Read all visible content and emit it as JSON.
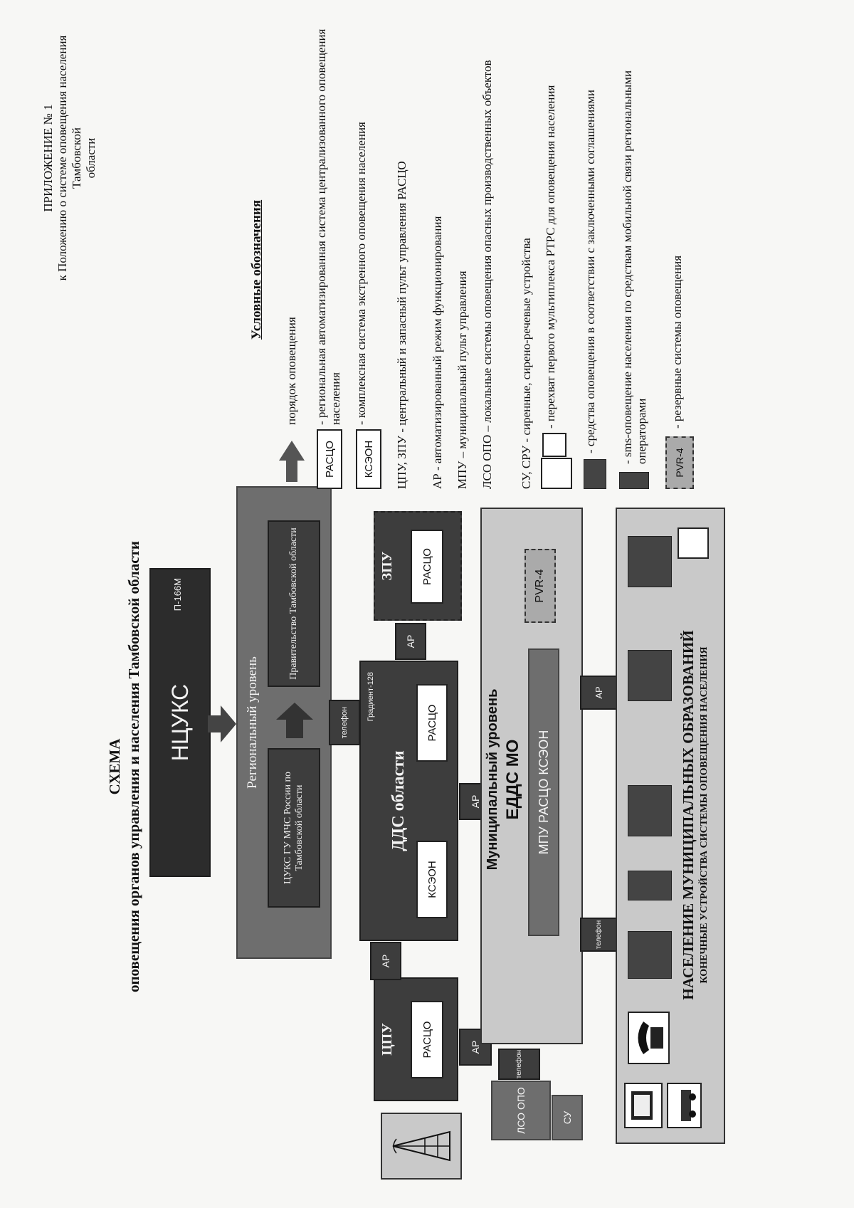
{
  "header": {
    "appendix_title": "ПРИЛОЖЕНИЕ № 1",
    "appendix_line1": "к Положению о системе оповещения населения Тамбовской",
    "appendix_line2": "области",
    "scheme_title": "СХЕМА",
    "scheme_subtitle": "оповещения органов управления и населения Тамбовской области"
  },
  "diagram": {
    "ncuks": "НЦУКС",
    "ncuks_device": "П-166М",
    "regional_level": "Региональный уровень",
    "cuks": "ЦУКС ГУ МЧС России по Тамбовской области",
    "government": "Правительство Тамбовской области",
    "telephone": "телефон",
    "dds": "ДДС области",
    "gradient": "Градиент-128",
    "kseon": "КСЭОН",
    "rasco": "РАСЦО",
    "ar": "АР",
    "cpu": "ЦПУ",
    "zpu": "ЗПУ",
    "municipal_level": "Муниципальный уровень",
    "edds": "ЕДДС МО",
    "mpu_line": "МПУ РАСЦО КСЭОН",
    "pvr": "PVR-4",
    "lso": "ЛСО ОПО",
    "su": "СУ",
    "population_title": "НАСЕЛЕНИЕ МУНИЦИПАЛЬНЫХ ОБРАЗОВАНИЙ",
    "population_subtitle": "КОНЕЧНЫЕ УСТРОЙСТВА СИСТЕМЫ ОПОВЕЩЕНИЯ НАСЕЛЕНИЯ"
  },
  "legend": {
    "title": "Условные обозначения",
    "items": [
      "порядок оповещения",
      "- региональная автоматизированная система централизованного оповещения населения",
      "- комплексная система экстренного оповещения населения",
      "ЦПУ, ЗПУ - центральный и запасный пульт управления РАСЦО",
      "АР - автоматизированный режим функционирования",
      "МПУ – муниципальный пульт управления",
      "ЛСО ОПО – локальные системы оповещения опасных производственных объектов",
      "СУ, СРУ - сиренные, сирено-речевые устройства",
      "- перехват первого мультиплекса РТРС для оповещения населения",
      "- средства оповещения в соответствии с заключенными соглашениями",
      "- sms-оповещение населения по средствам мобильной связи региональными операторами",
      "- резервные системы оповещения"
    ],
    "box_rasco": "РАСЦО",
    "box_kseon": "КСЭОН",
    "box_pvr": "PVR-4"
  },
  "colors": {
    "dark": "#3d3d3d",
    "mid": "#6e6e6e",
    "light": "#c9c9c9",
    "paper": "#f7f7f5"
  }
}
